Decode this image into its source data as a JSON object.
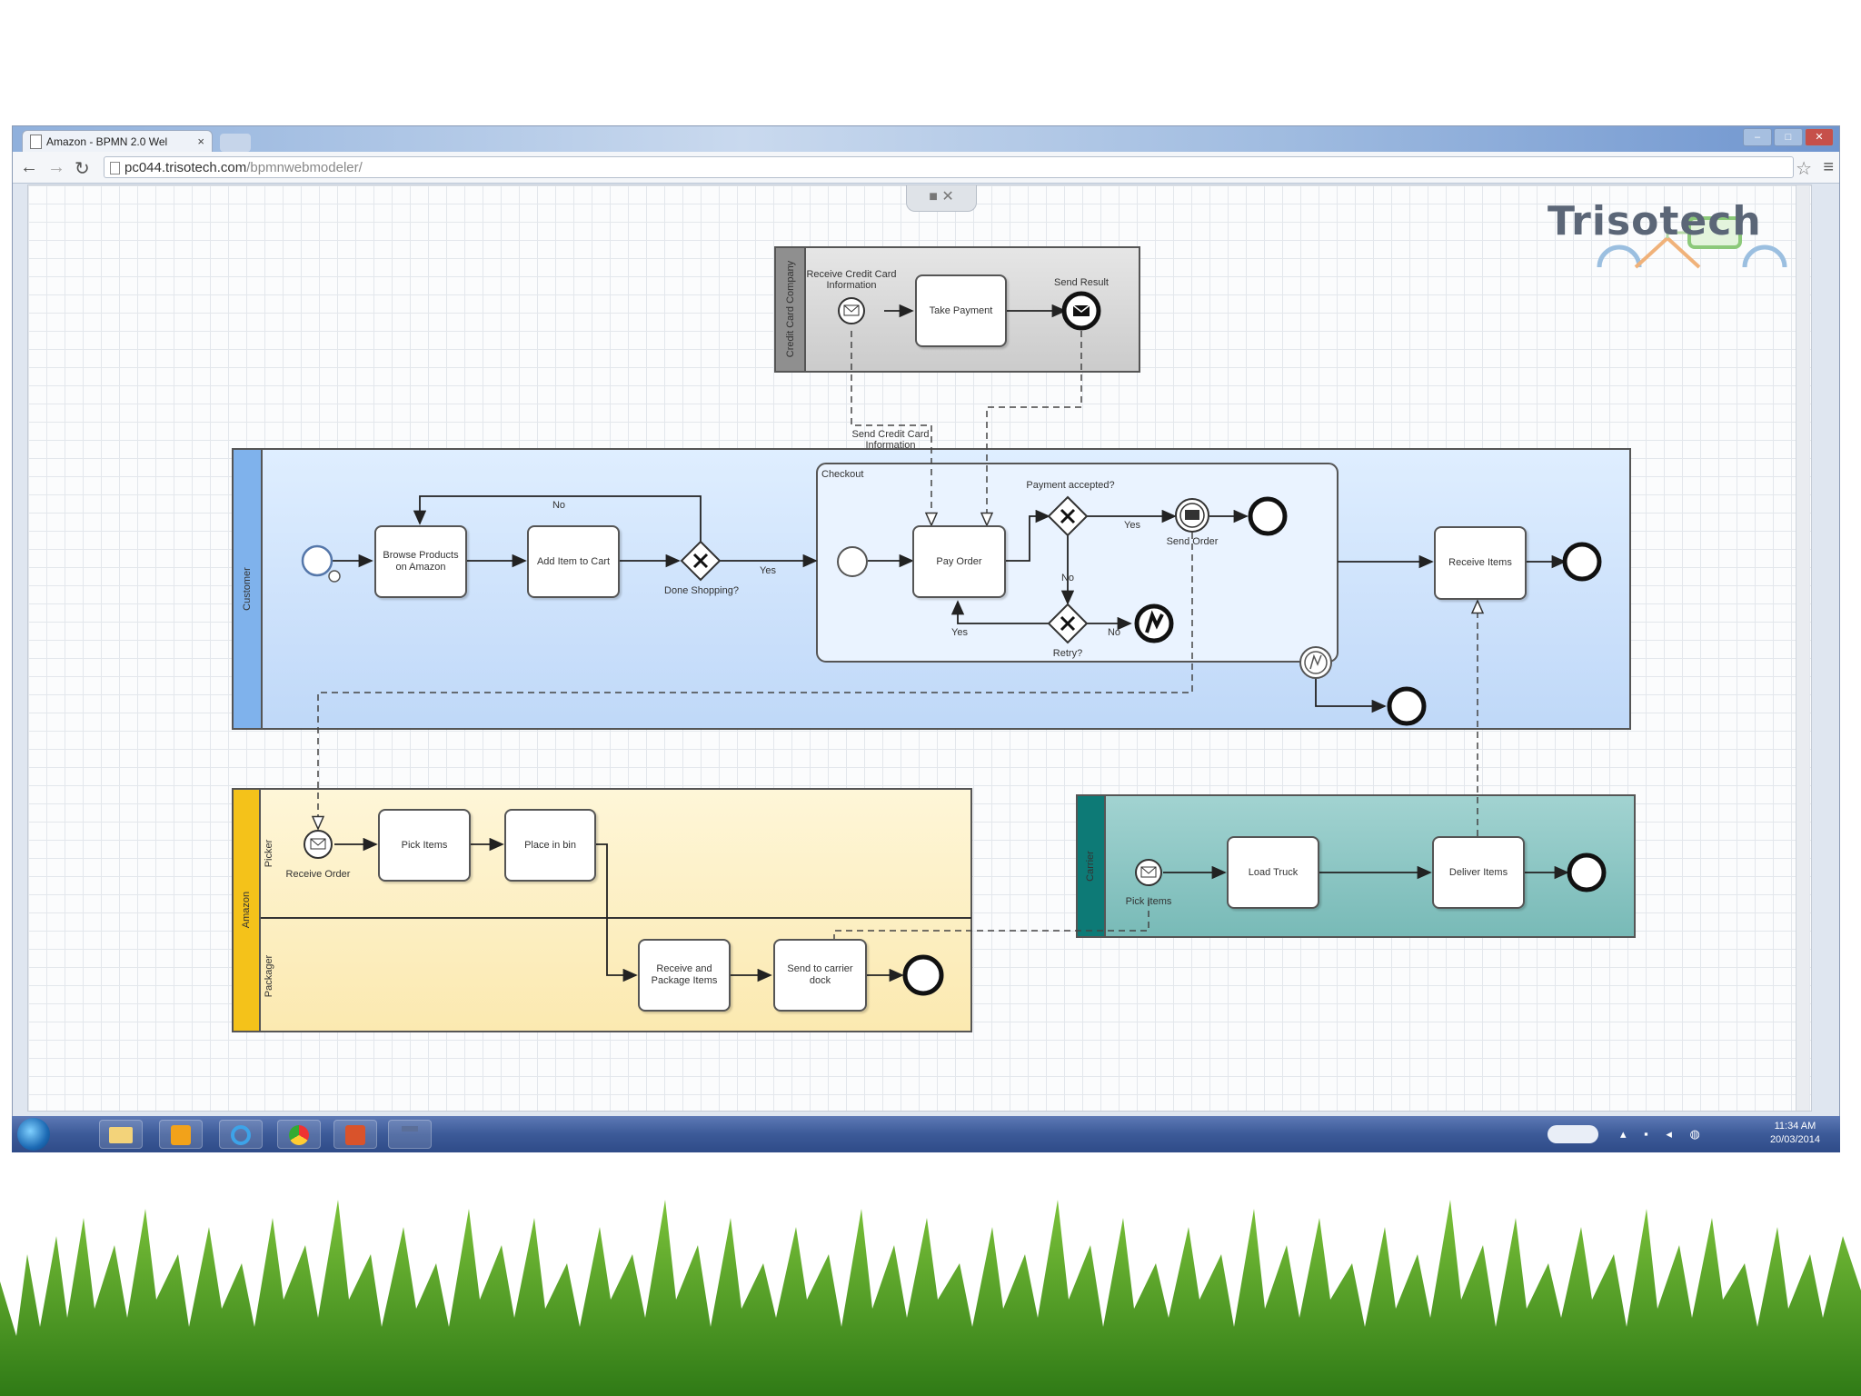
{
  "browser": {
    "tab_title": "Amazon - BPMN 2.0 Wel",
    "tab_close": "×",
    "url_host": "pc044.trisotech.com",
    "url_path": "/bpmnwebmodeler/",
    "icons": [
      "back-icon",
      "forward-icon",
      "reload-icon",
      "page-icon",
      "star-icon",
      "menu-icon"
    ]
  },
  "canvas": {
    "tab_icons": "■ ✕",
    "logo": "Trisotech"
  },
  "pools": {
    "credit_card": {
      "label": "Credit Card Company"
    },
    "customer": {
      "label": "Customer"
    },
    "amazon": {
      "label": "Amazon",
      "lanes": [
        "Picker",
        "Packager"
      ]
    },
    "carrier": {
      "label": "Carrier"
    }
  },
  "elements": {
    "cc_receive": "Receive Credit Card Information",
    "cc_take_payment": "Take Payment",
    "cc_send_result": "Send Result",
    "send_credit_card": "Send Credit Card Information",
    "browse": "Browse Products on Amazon",
    "add_to_cart": "Add Item to Cart",
    "done_shopping": "Done Shopping?",
    "no_loop": "No",
    "yes_done": "Yes",
    "checkout": "Checkout",
    "pay_order": "Pay Order",
    "payment_accepted": "Payment accepted?",
    "yes_accepted": "Yes",
    "send_order": "Send Order",
    "no_accepted": "No",
    "retry": "Retry?",
    "yes_retry": "Yes",
    "no_retry": "No",
    "receive_items": "Receive Items",
    "receive_order": "Receive Order",
    "pick_items": "Pick Items",
    "place_in_bin": "Place in bin",
    "receive_package": "Receive and Package Items",
    "send_carrier": "Send to carrier dock",
    "pick_items_event": "Pick Items",
    "load_truck": "Load Truck",
    "deliver_items": "Deliver Items"
  },
  "taskbar": {
    "apps": [
      "start-orb-icon",
      "explorer-icon",
      "outlook-icon",
      "ie-icon",
      "chrome-icon",
      "powerpoint-icon",
      "trisotech-icon"
    ],
    "time": "11:34 AM",
    "date": "20/03/2014"
  },
  "colors": {
    "customer_pool": "#cfe2fb",
    "customer_header": "#7fb2ec",
    "amazon_pool": "#fdf0c2",
    "amazon_header": "#f4c21a",
    "carrier_pool": "#8cc6c4",
    "carrier_header": "#0d7a76",
    "credit_pool": "#d8d8d8",
    "credit_header": "#8f8f8f"
  }
}
